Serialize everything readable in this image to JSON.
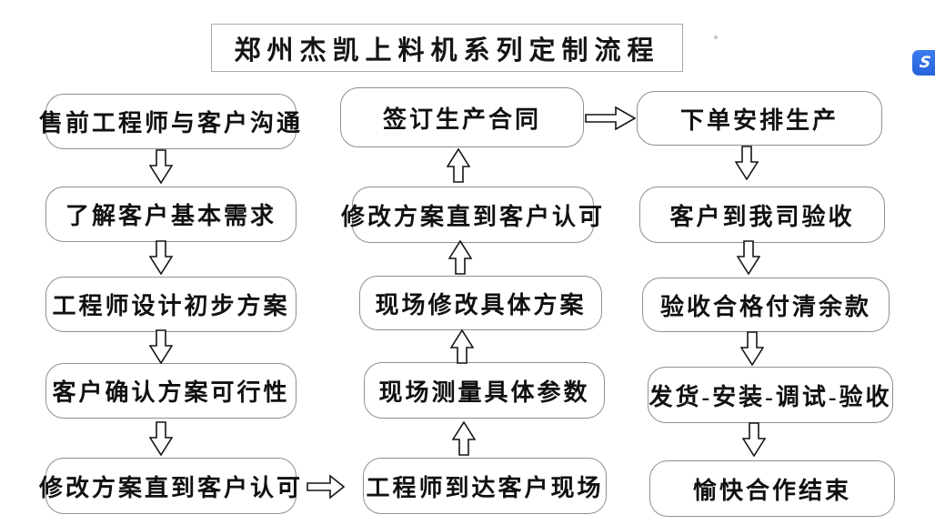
{
  "title": "郑州杰凯上料机系列定制流程",
  "flow": {
    "left_column": {
      "direction": "down",
      "steps": [
        "售前工程师与客户沟通",
        "了解客户基本需求",
        "工程师设计初步方案",
        "客户确认方案可行性",
        "修改方案直到客户认可"
      ]
    },
    "middle_column": {
      "direction": "up",
      "steps": [
        "签订生产合同",
        "修改方案直到客户认可",
        "现场修改具体方案",
        "现场测量具体参数",
        "工程师到达客户现场"
      ]
    },
    "right_column": {
      "direction": "down",
      "steps": [
        "下单安排生产",
        "客户到我司验收",
        "验收合格付清余款",
        "发货-安装-调试-验收",
        "愉快合作结束"
      ]
    }
  },
  "floating_widget": {
    "label": "S"
  },
  "colors": {
    "box_border": "#8f8f8f",
    "arrow_stroke": "#141414",
    "widget_blue": "#2f6ee4"
  }
}
